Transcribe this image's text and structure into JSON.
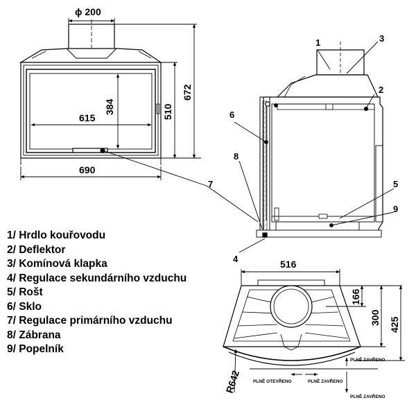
{
  "dimensions": {
    "flue_diameter": "ϕ 200",
    "total_width": "690",
    "glass_width": "615",
    "glass_height": "384",
    "body_height": "510",
    "total_height": "672",
    "top_width": "516",
    "depth_166": "166",
    "depth_300": "300",
    "depth_425": "425",
    "radius": "R642"
  },
  "callouts": [
    "1",
    "2",
    "3",
    "4",
    "5",
    "6",
    "7",
    "8",
    "9"
  ],
  "legend": [
    "1/ Hrdlo kouřovodu",
    "2/ Deflektor",
    "3/ Komínová klapka",
    "4/ Regulace sekundárního vzduchu",
    "5/ Rošt",
    "6/ Sklo",
    "7/ Regulace primárního vzduchu",
    "8/ Zábrana",
    "9/ Popelník"
  ],
  "damper_labels": {
    "fully_open": "PLNĚ OTEVŘENO",
    "fully_closed": "PLNĚ ZAVŘENO",
    "fully_closed_small_top": "PLNĚ ZAVŘENO",
    "fully_closed_small_bottom": "PLNĚ ZAVŘENO"
  }
}
